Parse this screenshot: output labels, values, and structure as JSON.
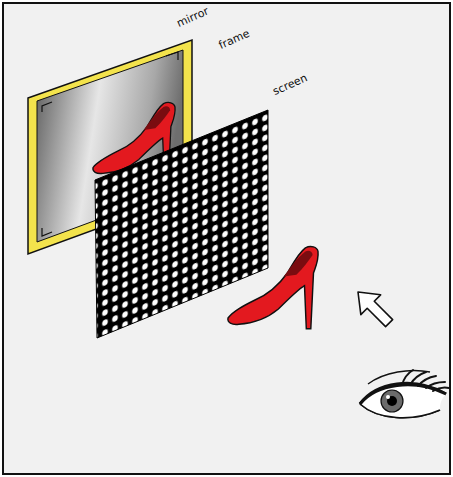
{
  "diagram": {
    "labels": [
      "mirror",
      "frame",
      "screen"
    ]
  }
}
